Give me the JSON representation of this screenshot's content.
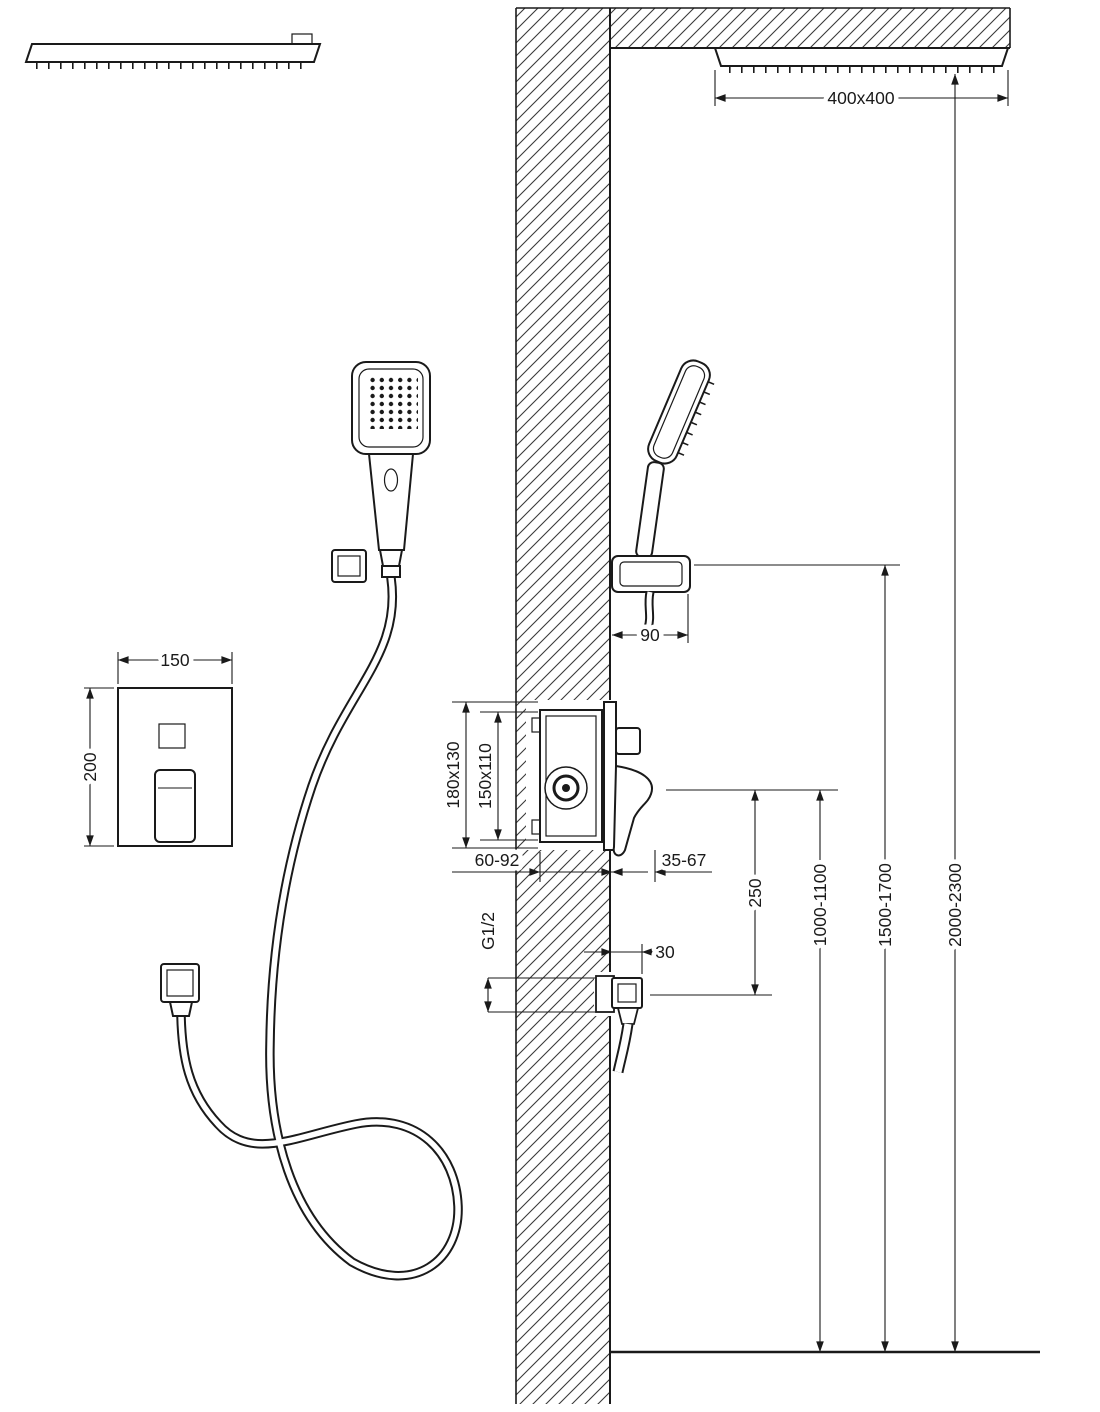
{
  "diagram": {
    "colors": {
      "line": "#1a1a1a",
      "background": "#ffffff",
      "hatch": "#3a3a3a"
    }
  },
  "dims": {
    "rain_head": "400x400",
    "plate_width": "150",
    "plate_height": "200",
    "holder_depth": "90",
    "box_outer": "180x130",
    "box_inner": "150x110",
    "mount_depth": "60-92",
    "trim_depth": "35-67",
    "outlet_depth": "30",
    "thread": "G1/2",
    "handle_to_outlet": "250",
    "mixer_height": "1000-1100",
    "holder_height": "1500-1700",
    "head_height": "2000-2300"
  }
}
